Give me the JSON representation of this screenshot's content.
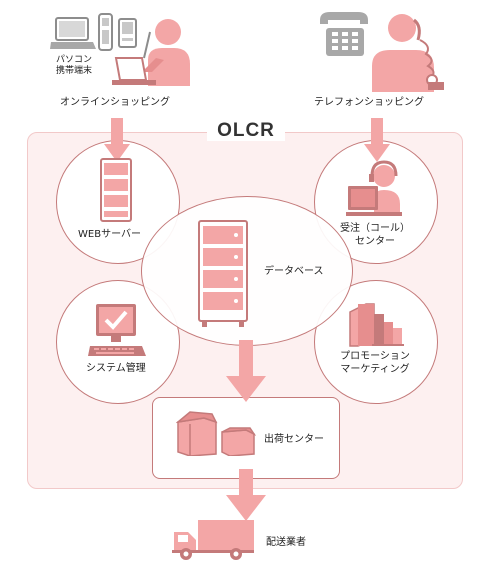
{
  "title": "OLCR",
  "top": {
    "pc_mobile_label_line1": "パソコン",
    "pc_mobile_label_line2": "携帯端末",
    "online_shopping": "オンラインショッピング",
    "tele_shopping": "テレフォンショッピング"
  },
  "nodes": {
    "web_server": "WEBサーバー",
    "call_center_line1": "受注（コール）",
    "call_center_line2": "センター",
    "database": "データベース",
    "system_mgmt": "システム管理",
    "promotion_line1": "プロモーション",
    "promotion_line2": "マーケティング",
    "shipping_center": "出荷センター"
  },
  "bottom": {
    "delivery": "配送業者"
  },
  "colors": {
    "accent": "#f3a6a6",
    "accent_dark": "#c47a7a",
    "panel_bg": "#fdf0f0",
    "device_gray": "#a8a8a8"
  }
}
